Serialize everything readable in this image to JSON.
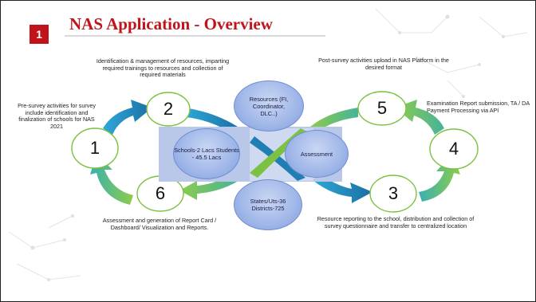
{
  "slide": {
    "number": "1",
    "title": "NAS Application - Overview"
  },
  "steps": [
    {
      "id": "1",
      "caption": "Pre-survey activities for survey include identification and finalization of schools for NAS 2021"
    },
    {
      "id": "2",
      "caption": "Identification & management of resources, imparting required trainings to resources and collection of required materials"
    },
    {
      "id": "3",
      "caption": "Resource reporting to the school, distribution and collection of survey questionnaire and transfer to centralized location"
    },
    {
      "id": "4",
      "caption": "Examination  Report submission, TA / DA Payment Processing via API"
    },
    {
      "id": "5",
      "caption": "Post-survey activities upload in NAS Platform in the desired format"
    },
    {
      "id": "6",
      "caption": "Assessment and generation of Report Card / Dashboard/ Visualization and Reports."
    }
  ],
  "center": {
    "schools": "Schools-2 Lacs Students - 45.5 Lacs",
    "resources": "Resources (FI, Coordinator, DLC..)",
    "assessment": "Assessment",
    "states": "States/Uts-36 Districts-725"
  },
  "colors": {
    "accent": "#c0141a",
    "arrow_blue": "#1f7fb5",
    "arrow_green": "#7cc142",
    "panel": "#b9c7e8"
  }
}
